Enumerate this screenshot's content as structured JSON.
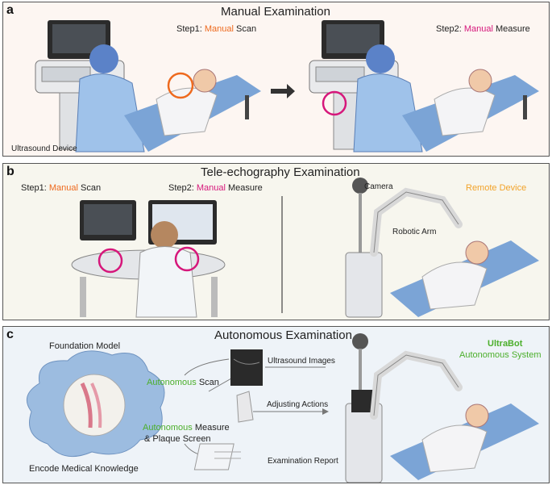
{
  "panel_a": {
    "label": "a",
    "title": "Manual Examination",
    "step1": {
      "prefix": "Step1: ",
      "highlight": "Manual",
      "suffix": " Scan"
    },
    "step2": {
      "prefix": "Step2: ",
      "highlight": "Manual",
      "suffix": " Measure"
    },
    "device_label": "Ultrasound Device"
  },
  "panel_b": {
    "label": "b",
    "title": "Tele-echography Examination",
    "step1": {
      "prefix": "Step1: ",
      "highlight": "Manual",
      "suffix": " Scan"
    },
    "step2": {
      "prefix": "Step2: ",
      "highlight": "Manual",
      "suffix": " Measure"
    },
    "camera_label": "Camera",
    "remote_label": "Remote Device",
    "arm_label": "Robotic Arm"
  },
  "panel_c": {
    "label": "c",
    "title": "Autonomous Examination",
    "foundation_label": "Foundation Model",
    "knowledge_label": "Encode Medical Knowledge",
    "scan": {
      "highlight": "Autonomous",
      "suffix": " Scan"
    },
    "measure": {
      "highlight": "Autonomous",
      "suffix": " Measure",
      "line2": "& Plaque Screen"
    },
    "images_label": "Ultrasound Images",
    "actions_label": "Adjusting Actions",
    "report_label": "Examination Report",
    "system_name": "UltraBot",
    "system_sub": "Autonomous System"
  },
  "colors": {
    "manual_orange": "#ee6a1e",
    "manual_magenta": "#d6177b",
    "autonomous_green": "#4caf2c",
    "remote_orange": "#f2a32a"
  }
}
